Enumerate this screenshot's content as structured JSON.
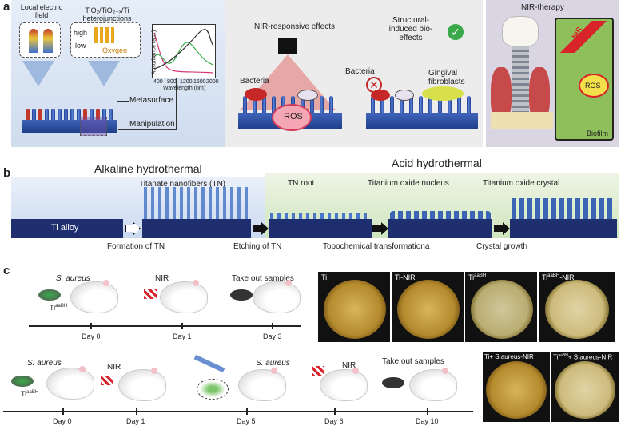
{
  "panel_a": {
    "label": "a",
    "local_field": "Local electric field",
    "heterojunction": "TiO₂/TiO₂₋ₓ/Ti heterojunctions",
    "high": "high",
    "low": "low",
    "oxygen": "Oxygen",
    "metasurface": "Metasurface",
    "manipulation": "Manipulation",
    "spectrum_ylabel": "Absorbance (a.u.)",
    "spectrum_xlabel": "Wavelength (nm)",
    "spectrum_ticks": [
      "400",
      "800",
      "1200",
      "1600",
      "2000"
    ],
    "nir_effects": "NIR-responsive effects",
    "bacteria_left": "Bacteria",
    "ros": "ROS",
    "structural": "Structural-induced bio-effects",
    "bacteria_right": "Bacteria",
    "gingival": "Gingival fibroblasts",
    "nir_therapy": "NIR-therapy",
    "nir": "NIR",
    "ros2": "ROS",
    "biofilm": "Biofilm"
  },
  "panel_b": {
    "label": "b",
    "alkaline": "Alkaline hydrothermal",
    "acid": "Acid hydrothermal",
    "titanate": "Titanate nanofibers (TN)",
    "tn_root": "TN root",
    "nucleus": "Titanium oxide nucleus",
    "crystal": "Titanium oxide crystal",
    "ti_alloy": "Ti alloy",
    "formation": "Formation of TN",
    "etching": "Etching of TN",
    "topochemical": "Topochemical transformationa",
    "growth": "Crystal growth"
  },
  "panel_c": {
    "label": "c",
    "row1": {
      "s_aureus": "S. aureus",
      "ti_abh": "Ti",
      "ti_abh_sup": "aaBH",
      "nir": "NIR",
      "take_out": "Take out samples",
      "days": [
        "Day 0",
        "Day 1",
        "Day 3"
      ],
      "dishes": [
        {
          "label": "Ti",
          "sup": ""
        },
        {
          "label": "Ti-NIR",
          "sup": ""
        },
        {
          "label": "Ti",
          "sup": "aaBH"
        },
        {
          "label": "Ti",
          "sup": "aaBH",
          "suffix": "-NIR"
        }
      ]
    },
    "row2": {
      "s_aureus": "S. aureus",
      "ti_abh": "Ti",
      "ti_abh_sup": "aaBH",
      "nir": "NIR",
      "s_aureus2": "S. aureus",
      "nir2": "NIR",
      "take_out": "Take out samples",
      "days": [
        "Day 0",
        "Day 1",
        "Day 5",
        "Day 6",
        "Day 10"
      ],
      "dish1": "Ti+ S.aureus-NIR",
      "dish2_pre": "Ti",
      "dish2_sup": "aaBH",
      "dish2_post": "+ S.aureus-NIR"
    }
  },
  "colors": {
    "metal_blue": "#2a4a9c",
    "panel_bg_a": "#d6e4f5",
    "panel_bg_acid": "#dbeccd",
    "nir_red": "#d8232a"
  }
}
